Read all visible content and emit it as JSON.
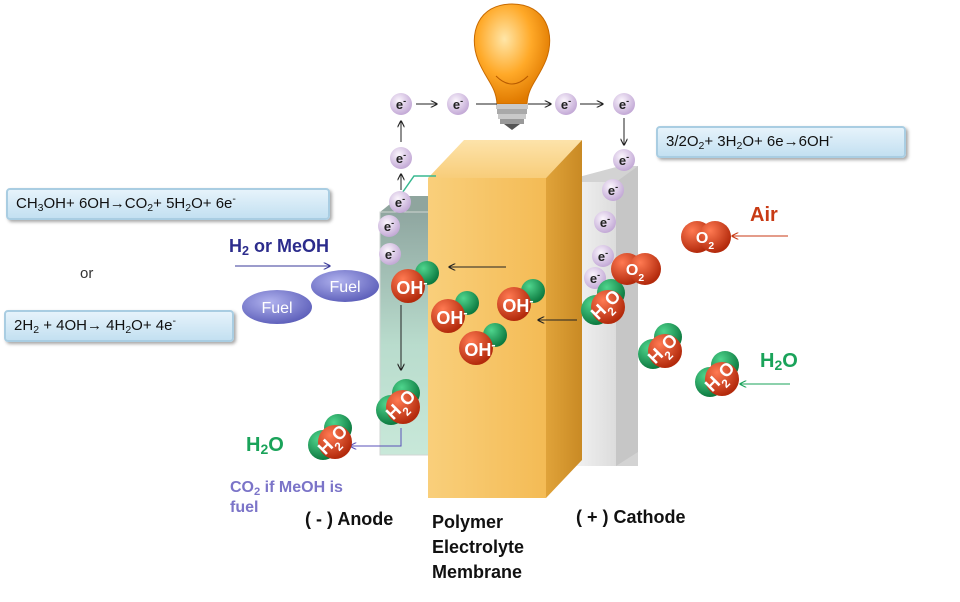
{
  "equations": {
    "anode_methanol": [
      "CH",
      "3",
      "OH+ 6OH",
      "→",
      "CO",
      "2",
      "+ 5H",
      "2",
      "O+ 6e",
      "-"
    ],
    "anode_or": "or",
    "anode_hydrogen": [
      "2H",
      "2",
      " + 4OH",
      "→",
      " 4H",
      "2",
      "O+ 4e",
      "-"
    ],
    "cathode": [
      "3/2O",
      "2",
      "+ 3H",
      "2",
      "O+ 6e",
      "→",
      "6OH",
      "-"
    ]
  },
  "labels": {
    "fuel_input": [
      "H",
      "2",
      " or MeOH"
    ],
    "fuel": "Fuel",
    "air": "Air",
    "water_in": [
      "H",
      "2",
      "O"
    ],
    "water_out": [
      "H",
      "2",
      "O"
    ],
    "co2_note_line1": [
      "CO",
      "2",
      " if MeOH is"
    ],
    "co2_note_line2": "fuel",
    "anode": "( - ) Anode",
    "cathode": "( + ) Cathode",
    "membrane": [
      "Polymer",
      "Electrolyte",
      "Membrane"
    ]
  },
  "species": {
    "electron": "e",
    "electron_charge": "-",
    "hydroxide": "OH",
    "hydroxide_charge": "-",
    "water_h": "H",
    "water_sub": "2",
    "water_o": "O",
    "oxygen": "O",
    "oxygen_sub": "2"
  },
  "colors": {
    "equation_box": "#c3e0f1",
    "anode_plate": "#a9d9c4",
    "membrane_front": "#f7c567",
    "membrane_side": "#e0a83a",
    "cathode_plate": "#ececec",
    "fuel_ellipse": "#6e70c8",
    "oxygen_atom": "#d63a14",
    "hydrogen_atom": "#1aa35a",
    "electron": "#d9c6e6",
    "air_label": "#c83a14",
    "water_label": "#1aa35a",
    "fuel_label": "#2c2c8c",
    "co2_label": "#7b74c8"
  }
}
